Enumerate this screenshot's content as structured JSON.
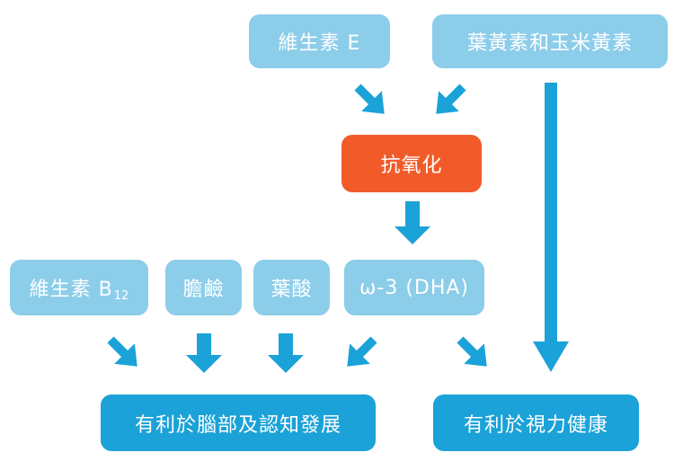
{
  "nodes": {
    "vitamin_e": "維生素 E",
    "lutein": "葉黃素和玉米黃素",
    "antioxidant": "抗氧化",
    "vitamin_b": "維生素 B",
    "vitamin_b_sub": "12",
    "choline": "膽鹼",
    "folate": "葉酸",
    "omega3": "ω-3 (DHA)",
    "brain": "有利於腦部及認知發展",
    "vision": "有利於視力健康"
  },
  "colors": {
    "light_box": "#8ccdea",
    "accent_box": "#f15b2a",
    "dark_box": "#1ba2d8",
    "arrow": "#1ba2d8"
  }
}
